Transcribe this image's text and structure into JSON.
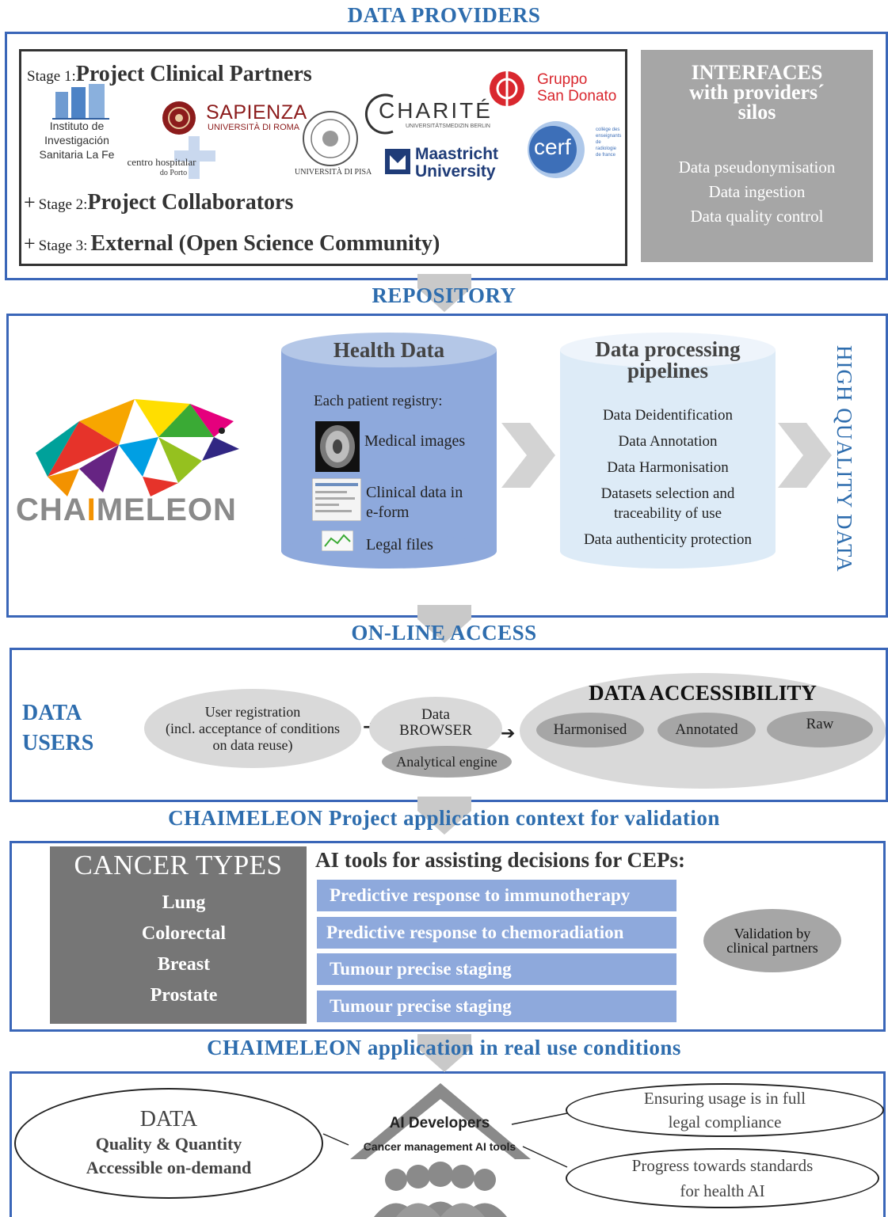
{
  "providers": {
    "title": "DATA PROVIDERS",
    "stage1_prefix": "Stage 1:",
    "stage1_label": "Project Clinical Partners",
    "stage2_prefix": "Stage 2:",
    "stage2_label": "Project Collaborators",
    "stage3_prefix": "Stage 3:",
    "stage3_label": "External (Open Science Community)",
    "plus": "+",
    "logos": {
      "lafe_line1": "Instituto de Investigación",
      "lafe_line2": "Sanitaria La Fe",
      "sapienza": "SAPIENZA",
      "sapienza_sub": "UNIVERSITÀ DI ROMA",
      "porto_line1": "centro hospitalar",
      "porto_line2": "do Porto",
      "pisa": "UNIVERSITÀ DI PISA",
      "charite": "CHARITÉ",
      "charite_sub": "UNIVERSITÄTSMEDIZIN BERLIN",
      "maastricht_line1": "Maastricht",
      "maastricht_line2": "University",
      "gruppo_line1": "Gruppo",
      "gruppo_line2": "San Donato",
      "cerf": "cerf",
      "cerf_side": "collège des enseignants de radiologie de france"
    },
    "interfaces": {
      "title_line1": "INTERFACES",
      "title_line2": "with providers´",
      "title_line3": "silos",
      "items": [
        "Data pseudonymisation",
        "Data ingestion",
        "Data quality  control"
      ]
    }
  },
  "repository": {
    "title": "REPOSITORY",
    "logo_text_a": "CHA",
    "logo_text_b": "I",
    "logo_text_c": "MELEON",
    "health": {
      "title": "Health Data",
      "subtitle": "Each patient registry:",
      "items": [
        "Medical images",
        "Clinical  data in",
        "e-form",
        "Legal files"
      ]
    },
    "pipelines": {
      "title_line1": "Data processing",
      "title_line2": "pipelines",
      "items": [
        "Data Deidentification",
        "Data Annotation",
        "Data Harmonisation",
        "Datasets selection and",
        "traceability of use",
        "Data  authenticity protection"
      ]
    },
    "side_label": "HIGH QUALITY DATA"
  },
  "access": {
    "title": "ON-LINE ACCESS",
    "users_line1": "DATA",
    "users_line2": "USERS",
    "registration": [
      "User registration",
      "(incl. acceptance of conditions",
      "on data reuse)"
    ],
    "browser_line1": "Data",
    "browser_line2": "BROWSER",
    "engine": "Analytical engine",
    "accessibility_title": "DATA ACCESSIBILITY",
    "accessibility_items": [
      "Harmonised",
      "Annotated",
      "Raw"
    ]
  },
  "validation": {
    "title": "CHAIMELEON  Project application  context for validation",
    "cancer_title": "CANCER TYPES",
    "cancer_types": [
      "Lung",
      "Colorectal",
      "Breast",
      "Prostate"
    ],
    "tools_title": "AI tools for assisting decisions for CEPs:",
    "tools": [
      "Predictive  response to immunotherapy",
      "Predictive  response to chemoradiation",
      "Tumour  precise staging",
      "Tumour  precise staging"
    ],
    "validation_line1": "Validation  by",
    "validation_line2": "clinical  partners"
  },
  "real_use": {
    "title": "CHAIMELEON  application  in real use conditions",
    "data_title": "DATA",
    "data_line1": "Quality  & Quantity",
    "data_line2": "Accessible on-demand",
    "developers": "AI Developers",
    "tools": "Cancer management AI tools",
    "legal_line1": "Ensuring  usage is in full",
    "legal_line2": "legal  compliance",
    "standards_line1": "Progress towards standards",
    "standards_line2": "for health AI"
  }
}
